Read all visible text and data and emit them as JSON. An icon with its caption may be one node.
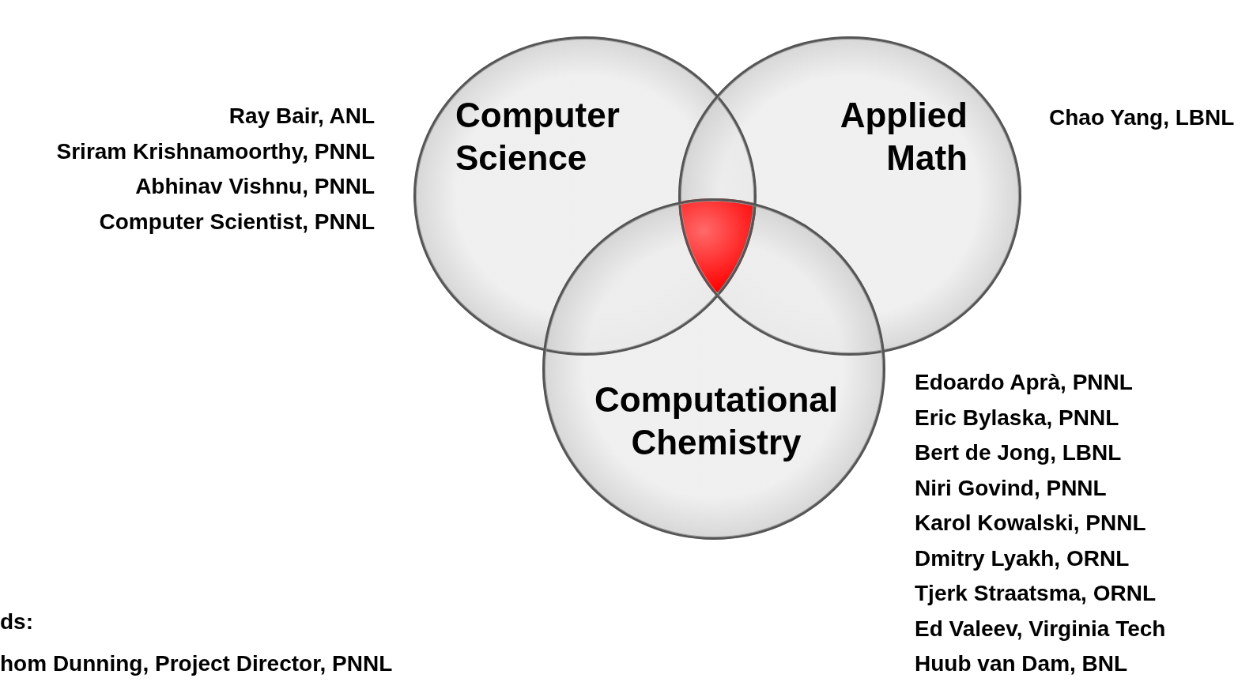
{
  "diagram": {
    "nodes": [
      {
        "text": [
          "Computer Science"
        ]
      },
      {
        "text": [
          "Applied Math"
        ]
      },
      {
        "text": [
          "Computational Chemistry"
        ]
      }
    ],
    "labels": [
      "Ray Bair, ANL",
      "Sriram Krishnamoorthy, PNNL",
      "Abhinav Vishnu, PNNL",
      "Computer Scientist, PNNL",
      "Chao Yang, LBNL",
      "Edoardo Aprà, PNNL",
      "Eric Bylaska, PNNL",
      "Bert de Jong, LBNL",
      "Niri Govind, PNNL",
      "Karol Kowalski, PNNL",
      "Dmitry Lyakh, ORNL",
      "Tjerk Straatsma, ORNL",
      "Ed Valeev, Virginia Tech",
      "Huub van Dam, BNL",
      "ds:",
      "hom Dunning, Project Director, PNNL"
    ]
  }
}
